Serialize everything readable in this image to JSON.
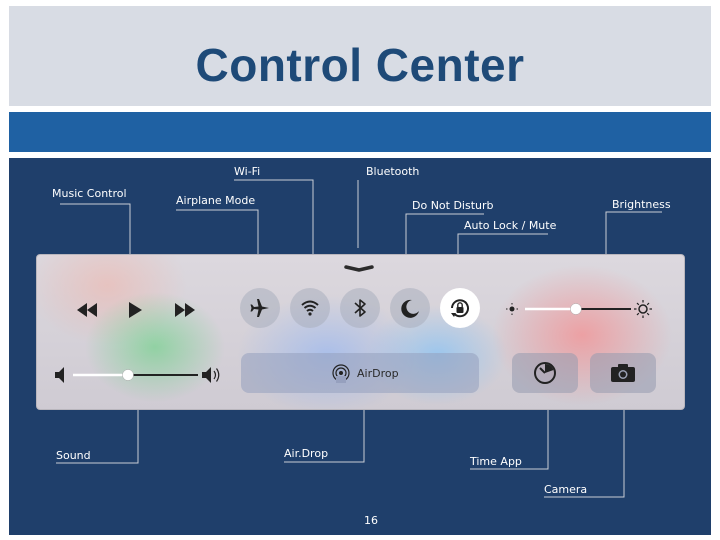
{
  "slide": {
    "title": "Control Center",
    "page_number": "16"
  },
  "labels": {
    "wifi": "Wi-Fi",
    "bluetooth": "Bluetooth",
    "music_control": "Music Control",
    "airplane_mode": "Airplane Mode",
    "do_not_disturb": "Do Not Disturb",
    "brightness": "Brightness",
    "auto_lock_mute": "Auto Lock / Mute",
    "sound": "Sound",
    "airdrop": "Air.Drop",
    "time_app": "Time App",
    "camera": "Camera"
  },
  "control_center": {
    "airdrop_button_label": "AirDrop",
    "brightness_level": 0.48,
    "volume_level": 0.44,
    "icons": {
      "rewind": "rewind-icon",
      "play": "play-icon",
      "fast_forward": "fast-forward-icon",
      "airplane": "airplane-icon",
      "wifi": "wifi-icon",
      "bluetooth": "bluetooth-icon",
      "do_not_disturb": "moon-icon",
      "rotation_lock": "rotation-lock-icon",
      "timer": "timer-icon",
      "camera": "camera-icon"
    }
  },
  "colors": {
    "title": "#1e4a78",
    "blue_bar": "#1f61a3",
    "background": "#1f3f6b",
    "callout_line": "#c8cdd6"
  }
}
